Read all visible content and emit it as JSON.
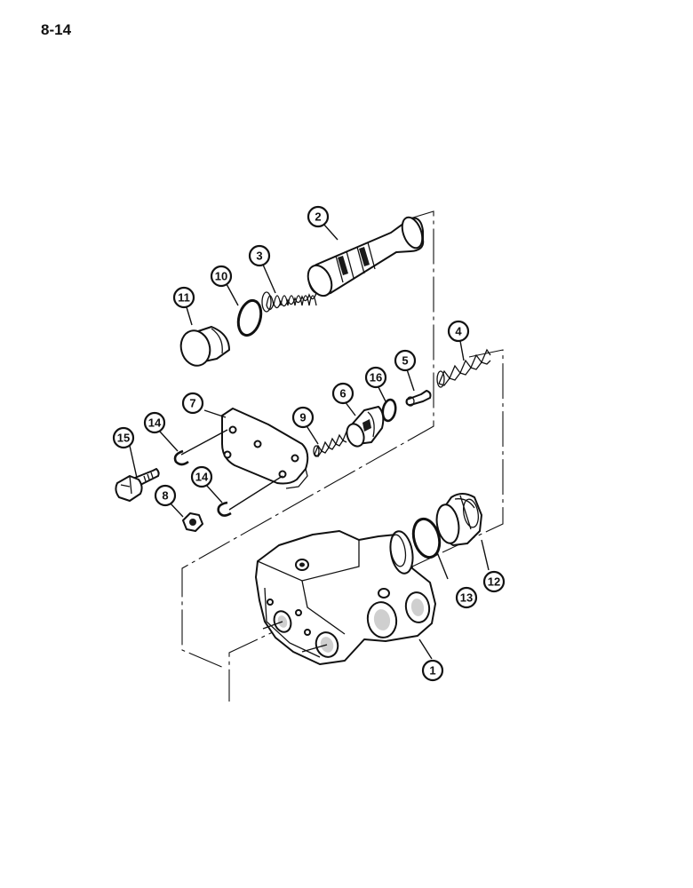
{
  "page_number": "8-14",
  "callouts": [
    {
      "label": "1"
    },
    {
      "label": "2"
    },
    {
      "label": "3"
    },
    {
      "label": "4"
    },
    {
      "label": "5"
    },
    {
      "label": "6"
    },
    {
      "label": "7"
    },
    {
      "label": "8"
    },
    {
      "label": "9"
    },
    {
      "label": "10"
    },
    {
      "label": "11"
    },
    {
      "label": "12"
    },
    {
      "label": "13"
    },
    {
      "label": "14"
    },
    {
      "label": "14"
    },
    {
      "label": "15"
    },
    {
      "label": "16"
    }
  ]
}
